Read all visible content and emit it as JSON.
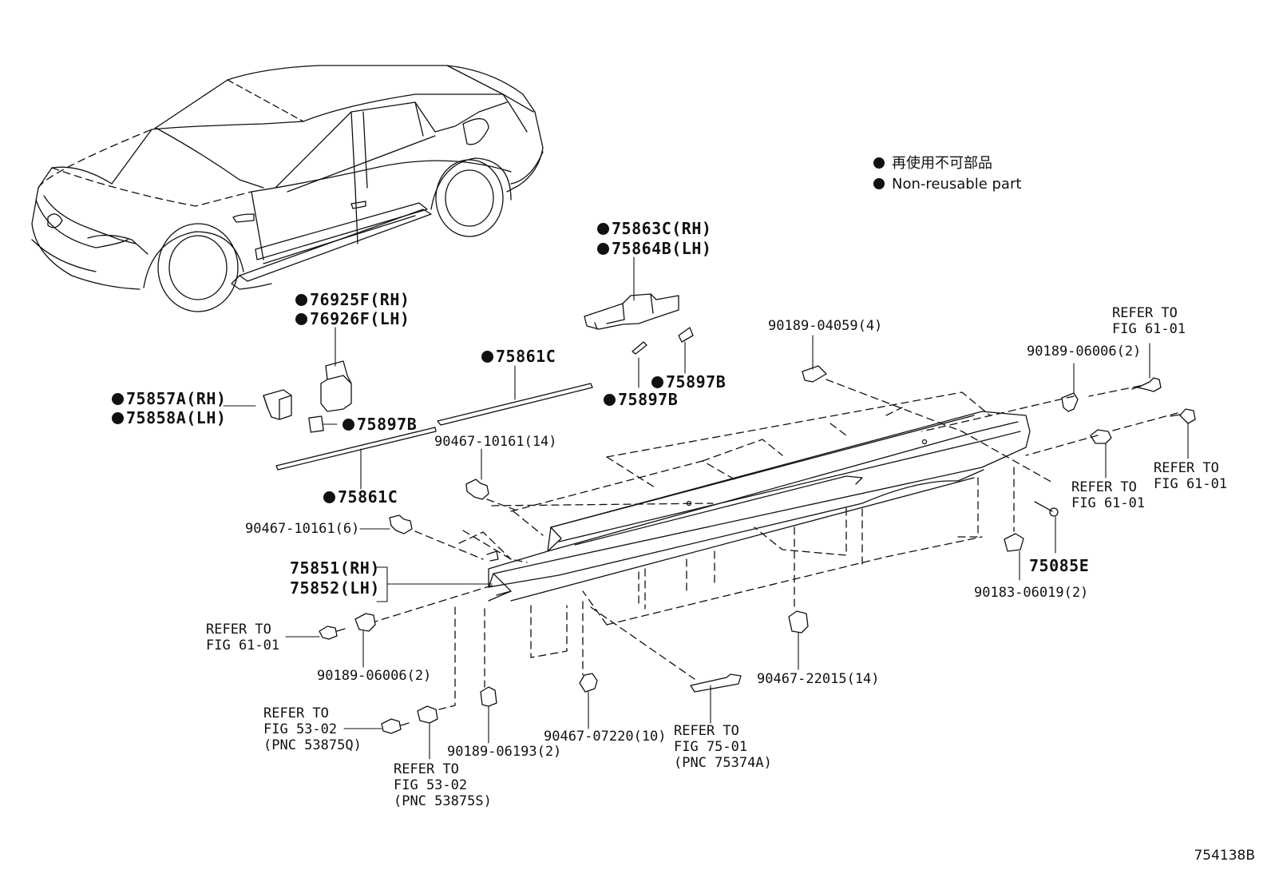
{
  "legend": {
    "line1": "再使用不可部品",
    "line2": "Non-reusable part"
  },
  "figure_id": "754138B",
  "callouts": {
    "p75863c": "75863C(RH)",
    "p75864b": "75864B(LH)",
    "p76925f": "76925F(RH)",
    "p76926f": "76926F(LH)",
    "p75861c_top": "75861C",
    "p75861c_bottom": "75861C",
    "p75857a": "75857A(RH)",
    "p75858a": "75858A(LH)",
    "p75897b_left": "75897B",
    "p75897b_mid_upper": "75897B",
    "p75897b_mid_lower": "75897B",
    "p90189_04059": "90189-04059(4)",
    "p90189_06006_right": "90189-06006(2)",
    "p90467_10161_14": "90467-10161(14)",
    "p90467_10161_6": "90467-10161(6)",
    "p75851": "75851(RH)",
    "p75852": "75852(LH)",
    "p75085e": "75085E",
    "p90183_06019": "90183-06019(2)",
    "p90189_06006_left": "90189-06006(2)",
    "p90467_22015": "90467-22015(14)",
    "p90189_06193": "90189-06193(2)",
    "p90467_07220": "90467-07220(10)"
  },
  "refers": {
    "top_right": [
      "REFER TO",
      "FIG 61-01"
    ],
    "mid_right_a": [
      "REFER TO",
      "FIG 61-01"
    ],
    "mid_right_b": [
      "REFER TO",
      "FIG 61-01"
    ],
    "left_bolt": [
      "REFER TO",
      "FIG 61-01"
    ],
    "left_53_q": [
      "REFER TO",
      "FIG 53-02",
      "(PNC 53875Q)"
    ],
    "left_53_s": [
      "REFER TO",
      "FIG 53-02",
      "(PNC 53875S)"
    ],
    "bottom_75": [
      "REFER TO",
      "FIG 75-01",
      "(PNC 75374A)"
    ]
  },
  "non_reusable_marked": [
    "75863C(RH)",
    "75864B(LH)",
    "76925F(RH)",
    "76926F(LH)",
    "75861C",
    "75857A(RH)",
    "75858A(LH)",
    "75897B"
  ],
  "colors": {
    "ink": "#111111",
    "background": "#ffffff"
  }
}
